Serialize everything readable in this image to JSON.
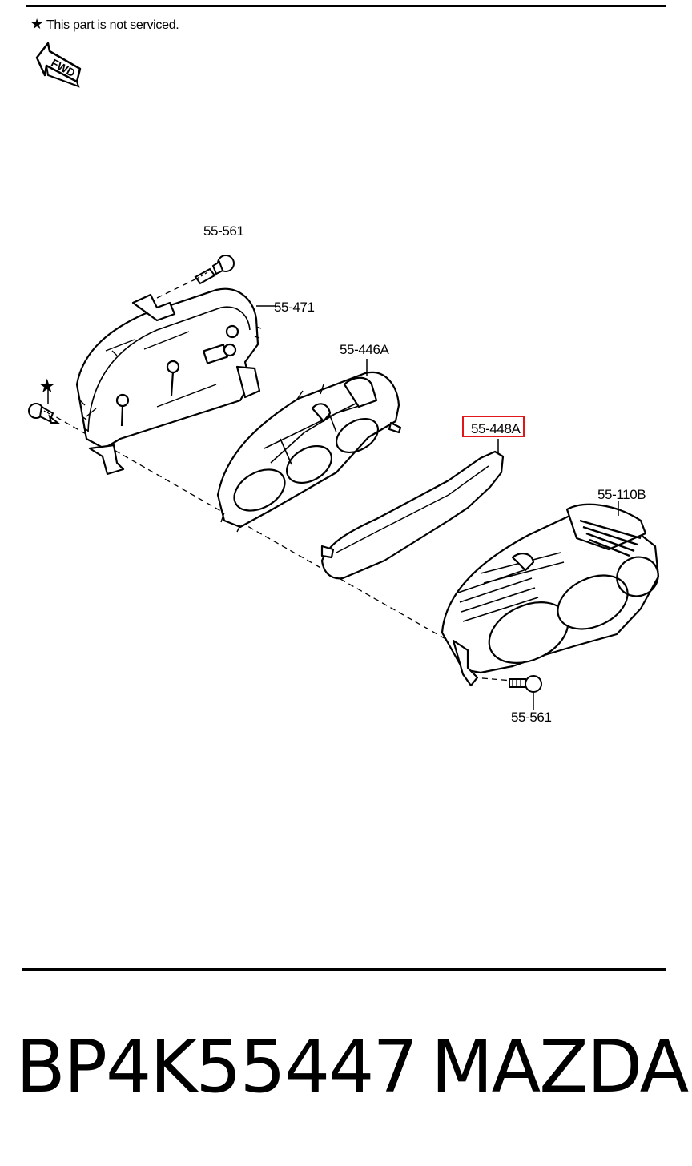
{
  "note": {
    "symbol": "★",
    "text": "This part is not serviced."
  },
  "fwd_label": "FWD",
  "callouts": {
    "bolt_top": "55-561",
    "back_cover": "55-471",
    "circuit_board": "55-446A",
    "gasket_plate": "55-448A",
    "front_hood": "55-110B",
    "bolt_bottom": "55-561",
    "star_marker": "★"
  },
  "highlight_color": "#e0161b",
  "footer": {
    "part_number": "BP4K55447",
    "brand": "MAZDA"
  }
}
